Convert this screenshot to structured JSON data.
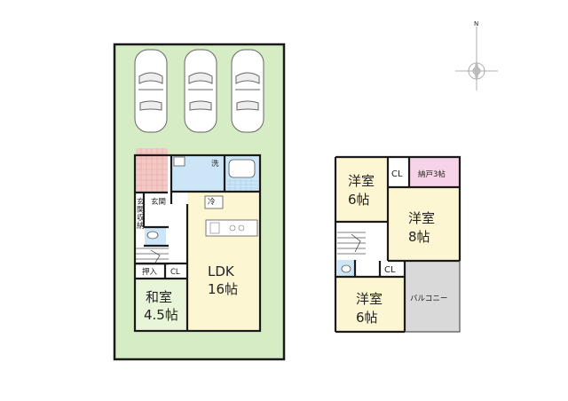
{
  "compass": {
    "north": "N"
  },
  "floor1": {
    "rooms": {
      "ldk": {
        "name": "LDK",
        "size": "16帖"
      },
      "washitsu": {
        "name": "和室",
        "size": "4.5帖"
      },
      "oshiire": "押入",
      "cl": "CL",
      "genkan": "玄関",
      "genkan_storage": [
        "玄",
        "関",
        "収",
        "納"
      ],
      "sen": "洗",
      "rei": "冷"
    }
  },
  "floor2": {
    "rooms": {
      "yoshitsu_a": {
        "name": "洋室",
        "size": "6帖"
      },
      "yoshitsu_b": {
        "name": "洋室",
        "size": "8帖"
      },
      "yoshitsu_c": {
        "name": "洋室",
        "size": "6帖"
      },
      "cl_a": "CL",
      "cl_b": "CL",
      "nando": "納戸3帖",
      "balcony": "バルコニー"
    }
  },
  "colors": {
    "site": "#d6ecc4",
    "wall": "#1a1a1a",
    "yoshitsu": "#fdf6d2",
    "washitsu": "#e8f5d8",
    "wet": "#cde6f7",
    "entrance": "#f3c9c5",
    "nando": "#f6d3e6",
    "balcony": "#d9d9d9"
  }
}
